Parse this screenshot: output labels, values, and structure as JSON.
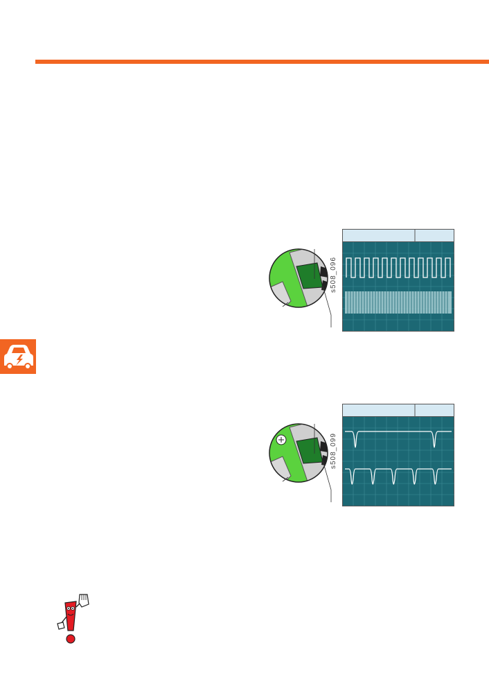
{
  "colors": {
    "accent": "#f26522",
    "scope_bg": "#1c6874",
    "scope_grid": "#3f8d98",
    "scope_header": "#d6e9f3",
    "board_green": "#5bd23e"
  },
  "icons": {
    "section_tab": "car-electric-icon",
    "note": "exclamation-mascot-icon"
  },
  "figures": [
    {
      "code": "s508_096",
      "trace_top": "square-wave",
      "trace_bottom": "high-frequency-burst"
    },
    {
      "code": "s508_099",
      "trace_top": "single-pulse",
      "trace_bottom": "pulse-train"
    }
  ]
}
